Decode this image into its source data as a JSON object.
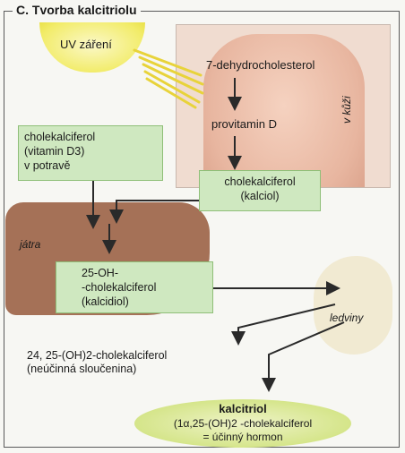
{
  "title": "C. Tvorba kalcitriolu",
  "labels": {
    "uv": "UV záření",
    "dehydro": "7-dehydrocholesterol",
    "provitamin": "provitamin D",
    "v_kuzi": "v kůži",
    "chole_food_l1": "cholekalciferol",
    "chole_food_l2": "(vitamin D3)",
    "chole_food_l3": "v potravě",
    "chole_kalciol_l1": "cholekalciferol",
    "chole_kalciol_l2": "(kalciol)",
    "jatra": "játra",
    "oh25_l1": "25-OH-",
    "oh25_l2": "-cholekalciferol",
    "oh25_l3": "(kalcidiol)",
    "ledviny": "ledviny",
    "oh2425_l1": "24, 25-(OH)2-cholekalciferol",
    "oh2425_l2": "(neúčinná sloučenina)",
    "kalcitriol_title": "kalcitriol",
    "kalcitriol_l2": "(1α,25-(OH)2 -cholekalciferol",
    "kalcitriol_l3": "= účinný hormon"
  },
  "colors": {
    "green_box": "#cfe8c0",
    "liver": "#a57157",
    "kidney": "#f1ead2",
    "sun": "#f2ec6a",
    "ray": "#e8d33a",
    "arrow": "#2a2a2a"
  }
}
